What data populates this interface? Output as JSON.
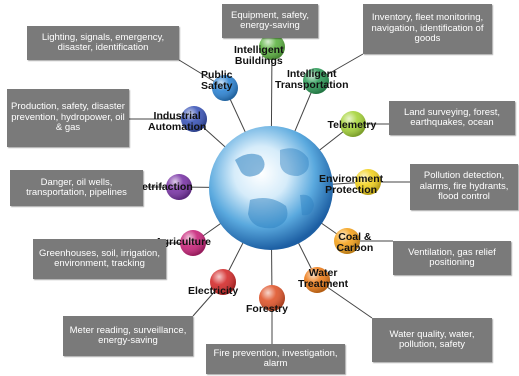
{
  "hub": {
    "icon": "globe-icon"
  },
  "nodes": [
    {
      "name": "Intelligent Buildings",
      "label": "Intelligent\nBuildings",
      "color": "#5fb544",
      "desc": "Equipment, safety, energy-saving"
    },
    {
      "name": "Intelligent Transportation",
      "label": "Intelligent\nTransportation",
      "color": "#2f9d5a",
      "desc": "Inventory, fleet monitoring, navigation, identification of goods"
    },
    {
      "name": "Telemetry",
      "label": "Telemetry",
      "color": "#a6d43a",
      "desc": "Land surveying, forest, earthquakes, ocean"
    },
    {
      "name": "Environment Protection",
      "label": "Environment\nProtection",
      "color": "#f2d21f",
      "desc": "Pollution detection, alarms,  fire hydrants, flood control"
    },
    {
      "name": "Coal & Carbon",
      "label": "Coal &\nCarbon",
      "color": "#f5a31d",
      "desc": "Ventilation, gas relief positioning"
    },
    {
      "name": "Water Treatment",
      "label": "Water\nTreatment",
      "color": "#ee7d1a",
      "desc": "Water quality, water, pollution, safety"
    },
    {
      "name": "Forestry",
      "label": "Forestry",
      "color": "#e0552b",
      "desc": "Fire prevention, investigation, alarm"
    },
    {
      "name": "Electricity",
      "label": "Electricity",
      "color": "#d42c2c",
      "desc": "Meter reading, surveillance, energy-saving"
    },
    {
      "name": "Agriculture",
      "label": "Agriculture",
      "color": "#c8257a",
      "desc": "Greenhouses, soil, irrigation, environment, tracking"
    },
    {
      "name": "Petrifaction",
      "label": "Petrifaction",
      "color": "#7a35a6",
      "desc": "Danger, oil wells, transportation, pipelines"
    },
    {
      "name": "Industrial Automation",
      "label": "Industrial\nAutomation",
      "color": "#3b55b8",
      "desc": "Production, safety, disaster prevention, hydropower, oil & gas"
    },
    {
      "name": "Public Safety",
      "label": "Public\nSafety",
      "color": "#2d84d4",
      "desc": "Lighting, signals, emergency, disaster, identification"
    }
  ]
}
